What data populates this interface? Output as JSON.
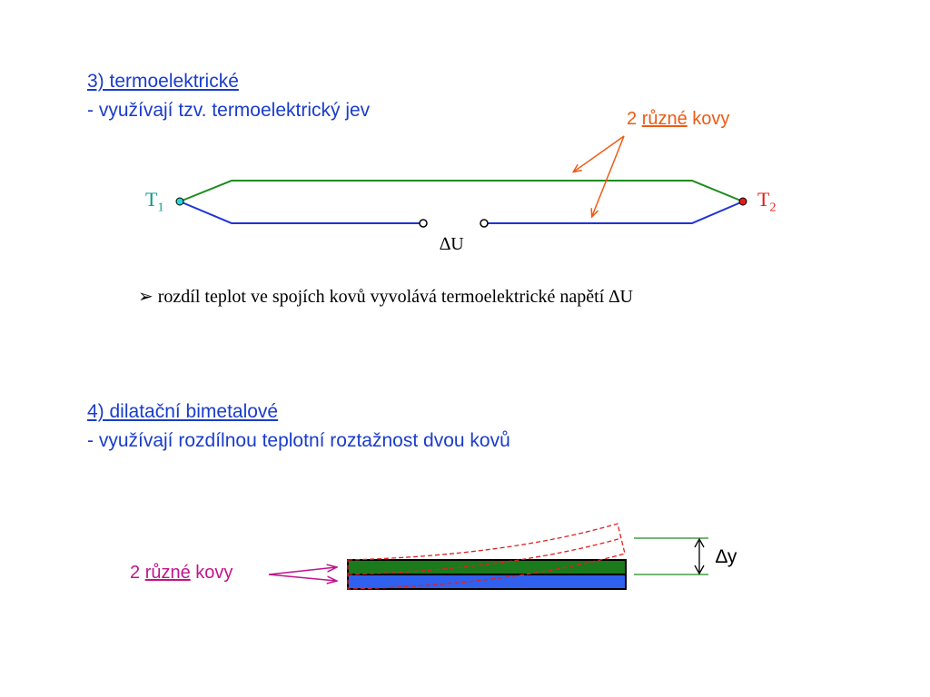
{
  "section3": {
    "heading": "3) termoelektrické",
    "subtitle": "- využívají tzv. termoelektrický jev",
    "label_metals": {
      "prefix": "2 ",
      "underlined": "různé",
      "suffix": " kovy"
    },
    "t1": {
      "main": "T",
      "sub": "1"
    },
    "t2": {
      "main": "T",
      "sub": "2"
    },
    "delta_u": "∆U",
    "bullet_symbol": "➢",
    "bullet_text": "rozdíl teplot ve spojích kovů vyvolává termoelektrické napětí ∆U"
  },
  "section4": {
    "heading": "4) dilatační bimetalové",
    "subtitle": "- využívají rozdílnou teplotní roztažnost dvou kovů",
    "label_metals": {
      "prefix": "2 ",
      "underlined": "různé",
      "suffix": " kovy"
    },
    "delta_y": "∆y"
  },
  "colors": {
    "text_blue": "#1a3ccc",
    "wire_green": "#1e8c1e",
    "wire_blue": "#1f34d6",
    "arrow_orange": "#ee5a14",
    "arrow_magenta": "#c0148c",
    "strip_green": "#1b7a1b",
    "strip_blue": "#3060ee",
    "bent_dashed": "#e02020",
    "junction_cyan": "#22d8d8",
    "junction_red": "#e21c1c",
    "t1_teal": "#0a9a8a",
    "t2_red": "#e0201c"
  }
}
